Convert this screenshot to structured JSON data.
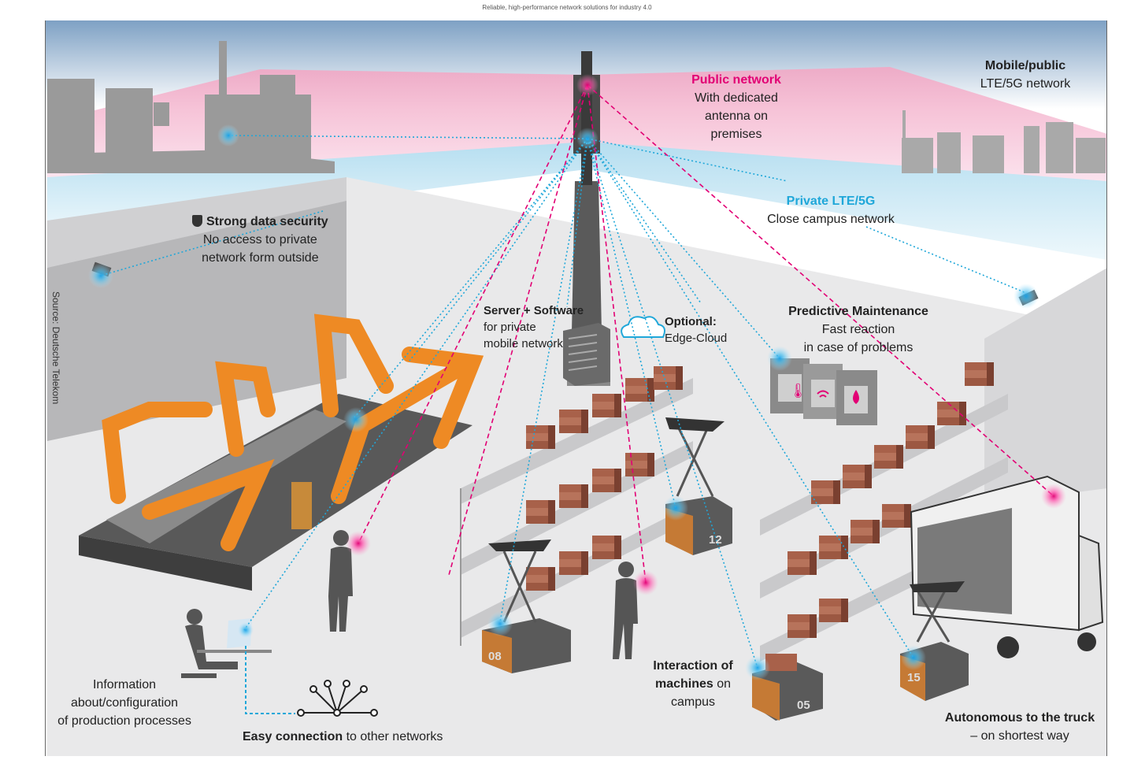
{
  "caption": "Reliable, high-performance network solutions for industry 4.0",
  "source": "Source: Deutsche Telekom",
  "colors": {
    "magenta": "#e20074",
    "cyan": "#1fa7d9",
    "robot_orange": "#ee8a24",
    "box_brown": "#a8614a"
  },
  "labels": {
    "mobile_public": {
      "title": "Mobile/public",
      "text": "LTE/5G network"
    },
    "public_network": {
      "title": "Public network",
      "lines": [
        "With dedicated",
        "antenna on",
        "premises"
      ]
    },
    "private_lte": {
      "title": "Private LTE/5G",
      "text": "Close campus network"
    },
    "security": {
      "title": "Strong data security",
      "lines": [
        "No access to private",
        "network form outside"
      ]
    },
    "server": {
      "title": "Server + Software",
      "lines": [
        "for private",
        "mobile network"
      ]
    },
    "edge": {
      "title": "Optional:",
      "text": "Edge-Cloud"
    },
    "predictive": {
      "title": "Predictive Maintenance",
      "lines": [
        "Fast reaction",
        "in case of problems"
      ]
    },
    "information": {
      "lines": [
        "Information",
        "about/configuration",
        "of production processes"
      ]
    },
    "easy": {
      "bold": "Easy connection",
      "text": " to other networks"
    },
    "interaction": {
      "bold1": "Interaction of",
      "bold2": "machines",
      "text2": " on",
      "text3": "campus"
    },
    "autonomous": {
      "title": "Autonomous to the truck",
      "text": "– on shortest way"
    }
  },
  "vehicles": [
    "08",
    "12",
    "05",
    "15"
  ],
  "icons": [
    "cloud-icon",
    "shield-icon",
    "thermometer-icon",
    "wifi-icon",
    "droplet-icon",
    "security-camera-icon",
    "network-hub-icon"
  ]
}
